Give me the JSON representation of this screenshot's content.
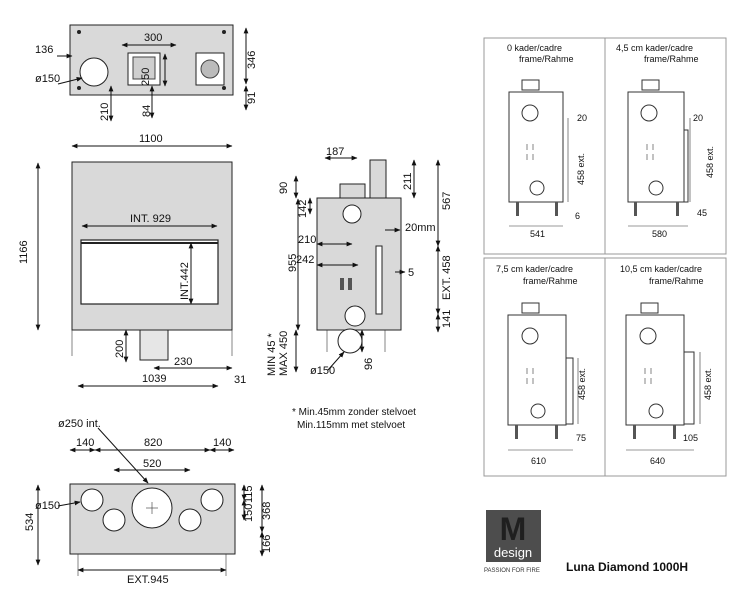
{
  "top_view": {
    "dims": {
      "w300": "300",
      "w136": "136",
      "d150": "ø150",
      "h250": "250",
      "h346": "346",
      "h91": "91",
      "h210": "210",
      "h84": "84"
    }
  },
  "front_view": {
    "dims": {
      "width": "1100",
      "height": "1166",
      "int_w": "INT. 929",
      "int_h": "INT.442",
      "h200": "200",
      "w230": "230",
      "w1039": "1039",
      "w31": "31"
    }
  },
  "side_view": {
    "dims": {
      "w187": "187",
      "h90": "90",
      "h142": "142",
      "h211": "211",
      "h567": "567",
      "w210": "210",
      "w20mm": "20mm",
      "w242": "242",
      "h955": "955",
      "w5": "5",
      "ext458": "EXT. 458",
      "h141": "141",
      "minmax_a": "MIN 45 *",
      "minmax_b": "MAX 450",
      "d150": "ø150",
      "h96": "96"
    }
  },
  "footnote": {
    "line1": "* Min.45mm zonder stelvoet",
    "line2": "Min.115mm met stelvoet"
  },
  "bottom_view": {
    "dims": {
      "d250": "ø250 int.",
      "w140a": "140",
      "w820": "820",
      "w140b": "140",
      "w520": "520",
      "d150": "ø150",
      "h534": "534",
      "h115": "115",
      "h150": "150",
      "h368": "368",
      "h166": "166",
      "ext945": "EXT.945"
    }
  },
  "frame_panels": [
    {
      "title_a": "0  kader/cadre",
      "title_b": "frame/Rahme",
      "v20": "20",
      "v458": "458 ext.",
      "v6": "6",
      "width": "541"
    },
    {
      "title_a": "4,5 cm  kader/cadre",
      "title_b": "frame/Rahme",
      "v20": "20",
      "v458": "458 ext.",
      "v6": "45",
      "width": "580"
    },
    {
      "title_a": "7,5 cm kader/cadre",
      "title_b": "frame/Rahme",
      "v458": "458 ext.",
      "v6": "75",
      "width": "610"
    },
    {
      "title_a": "10,5 cm kader/cadre",
      "title_b": "frame/Rahme",
      "v458": "458 ext.",
      "v6": "105",
      "width": "640"
    }
  ],
  "brand": {
    "logo_letter": "M",
    "logo_word": "design",
    "tagline": "PASSION FOR FIRE",
    "product": "Luna Diamond 1000H"
  },
  "colors": {
    "body_fill": "#d9d9d9",
    "logo_fill": "#4d4d4d",
    "panel_border": "#999999"
  }
}
